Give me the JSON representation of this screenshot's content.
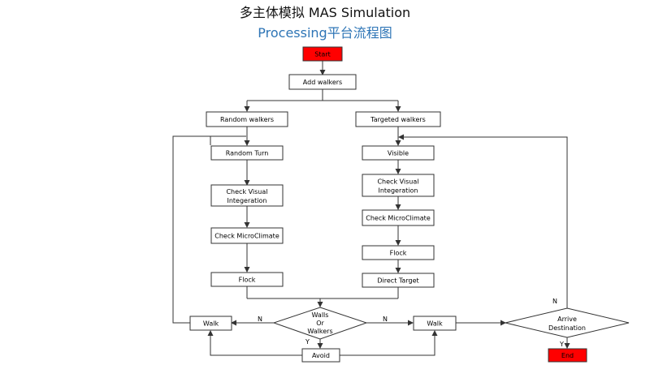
{
  "header": {
    "title": "多主体模拟 MAS Simulation",
    "subtitle": "Processing平台流程图"
  },
  "colors": {
    "terminal_fill": "#ff0000",
    "subtitle": "#2e75b6"
  },
  "nodes": {
    "start": "Start",
    "add_walkers": "Add walkers",
    "random_walkers": "Random walkers",
    "targeted_walkers": "Targeted walkers",
    "random_turn": "Random Turn",
    "visible": "Visible",
    "check_visual_left": [
      "Check Visual",
      "Integeration"
    ],
    "check_visual_right": [
      "Check Visual",
      "Integeration"
    ],
    "check_micro_left": "Check MicroClimate",
    "check_micro_right": "Check MicroClimate",
    "flock_left": "Flock",
    "flock_right": "Flock",
    "direct_target": "Direct Target",
    "walls_decision": [
      "Walls",
      "Or",
      "Walkers"
    ],
    "walk_left": "Walk",
    "walk_right": "Walk",
    "avoid": "Avoid",
    "arrive_decision": [
      "Arrive",
      "Destination"
    ],
    "end": "End"
  },
  "edge_labels": {
    "walls_left_no": "N",
    "walls_right_no": "N",
    "walls_yes": "Y",
    "arrive_no": "N",
    "arrive_yes": "Y"
  }
}
